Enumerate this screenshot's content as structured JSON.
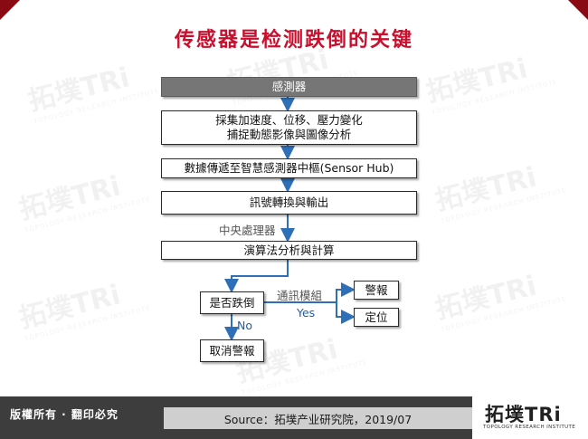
{
  "title": "传感器是检测跌倒的关键",
  "nodes": {
    "sensor": "感測器",
    "collect_line1": "採集加速度、位移、壓力變化",
    "collect_line2": "捕捉動態影像與圖像分析",
    "transfer": "數據傳遞至智慧感測器中樞(Sensor Hub)",
    "signal": "訊號轉換與輸出",
    "algorithm": "演算法分析與計算",
    "is_fall": "是否跌倒",
    "cancel": "取消警報",
    "alarm": "警報",
    "locate": "定位"
  },
  "edge_labels": {
    "cpu": "中央處理器",
    "comm_module": "通訊模組",
    "yes": "Yes",
    "no": "No"
  },
  "footer": {
    "rights": "版權所有 · 翻印必究",
    "source": "Source：拓墣产业研究院，2019/07",
    "logo_main": "拓墣TRi",
    "logo_sub": "TOPOLOGY RESEARCH INSTITUTE"
  },
  "colors": {
    "title": "#c8102e",
    "corner": "#8a0a14",
    "header_box": "#767676",
    "arrow": "#2e6fb7",
    "footer_bg": "#3d3d3d"
  }
}
